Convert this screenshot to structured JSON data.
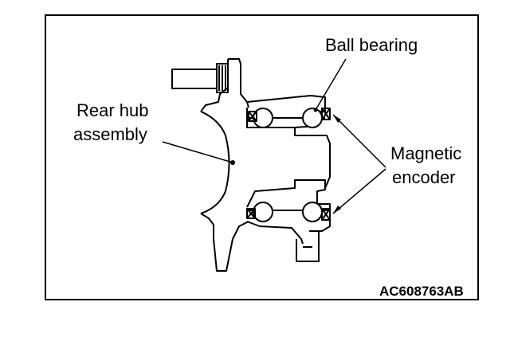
{
  "labels": {
    "ball_bearing": "Ball bearing",
    "rear_hub_line1": "Rear hub",
    "rear_hub_line2": "assembly",
    "magnetic_line1": "Magnetic",
    "magnetic_line2": "encoder"
  },
  "figure_id": "AC608763AB"
}
